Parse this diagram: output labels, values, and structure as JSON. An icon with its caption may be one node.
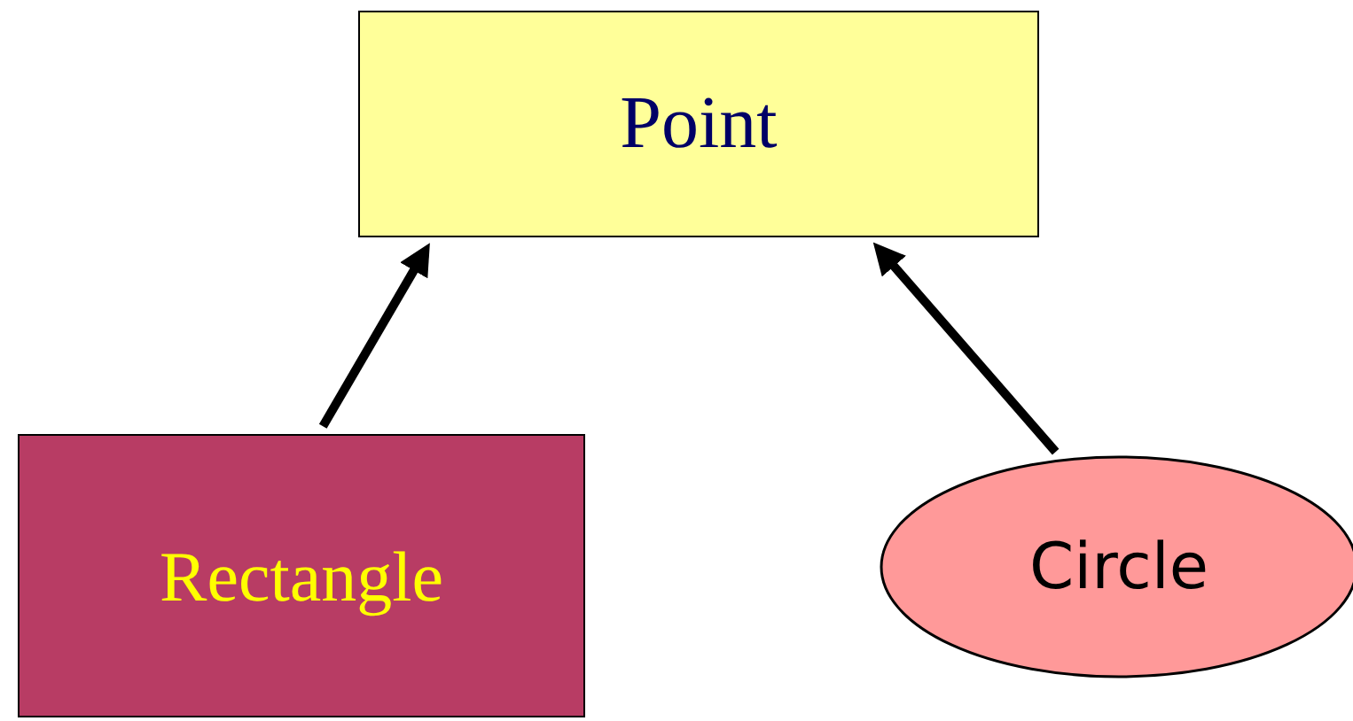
{
  "diagram": {
    "nodes": [
      {
        "text": [
          "Point"
        ]
      },
      {
        "text": [
          "Rectangle"
        ]
      },
      {
        "text": [
          "Circle"
        ]
      }
    ],
    "edges": [
      {
        "from": 1,
        "to": 0,
        "arrow": "to"
      },
      {
        "from": 2,
        "to": 0,
        "arrow": "to"
      }
    ]
  }
}
